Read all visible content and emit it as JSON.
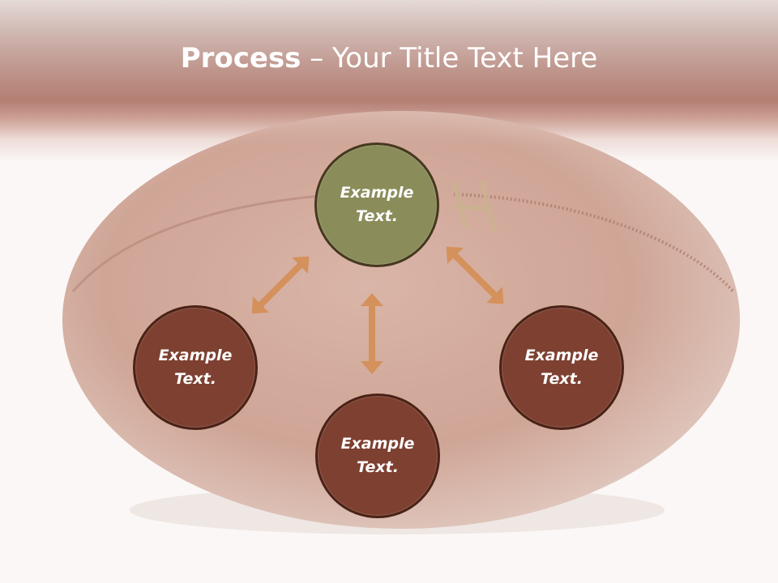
{
  "title": {
    "bold_part": "Process",
    "rest_part": " – Your Title Text Here"
  },
  "nodes": {
    "top": {
      "line1": "Example",
      "line2": "Text."
    },
    "left": {
      "line1": "Example",
      "line2": "Text."
    },
    "right": {
      "line1": "Example",
      "line2": "Text."
    },
    "bottom": {
      "line1": "Example",
      "line2": "Text."
    }
  },
  "colors": {
    "header": "#8a4434",
    "node_accent": "#8a8c5a",
    "node_primary": "#7e4031",
    "arrow": "#d4915c"
  }
}
